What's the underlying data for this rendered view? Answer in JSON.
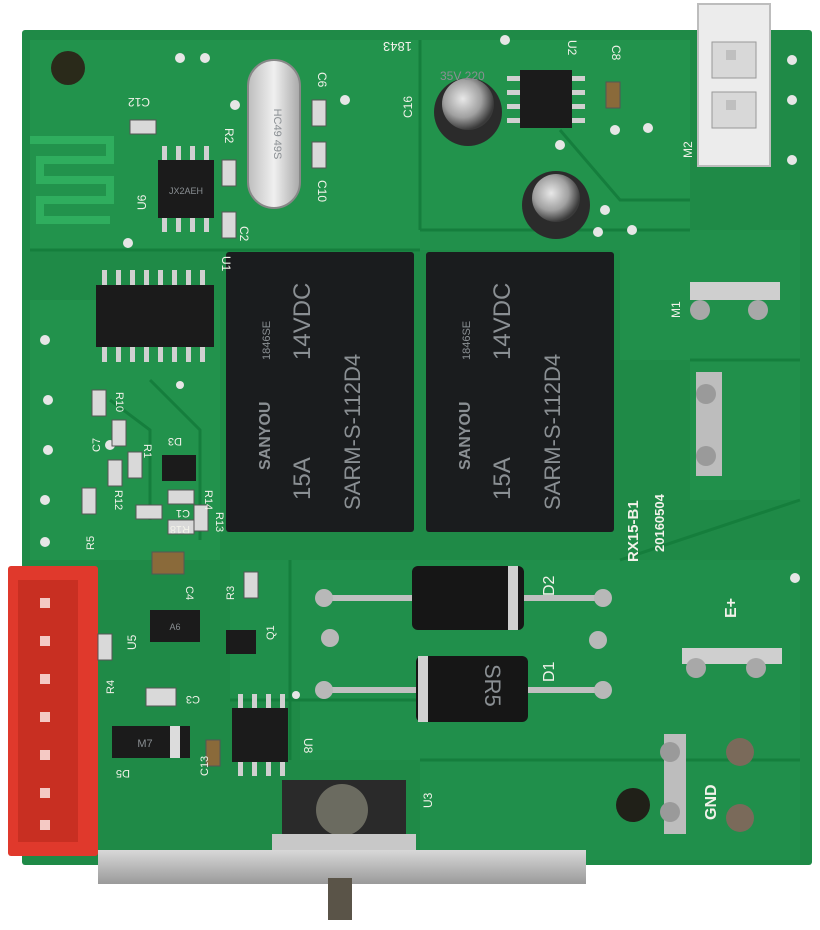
{
  "relays": [
    {
      "brand": "SANYOU",
      "batch": "1846SE",
      "voltage": "14VDC",
      "model": "SARM-S-112D4",
      "current": "15A"
    },
    {
      "brand": "SANYOU",
      "batch": "1846SE",
      "voltage": "14VDC",
      "model": "SARM-S-112D4",
      "current": "15A"
    }
  ],
  "board": {
    "name": "RX15-B1",
    "date": "20160504"
  },
  "terminals": {
    "positive": "E+",
    "ground": "GND"
  },
  "labels": {
    "u1": "U1",
    "u2": "U2",
    "u3": "U3",
    "u5": "U5",
    "u6": "U6",
    "u8": "U8",
    "q1": "Q1",
    "d1": "D1",
    "d2": "D2",
    "d3": "D3",
    "d5": "D5",
    "m1": "M1",
    "m2": "M2",
    "c1": "C1",
    "c2": "C2",
    "c3": "C3",
    "c4": "C4",
    "c6": "C6",
    "c7": "C7",
    "c8": "C8",
    "c10": "C10",
    "c12": "C12",
    "c13": "C13",
    "c16": "C16",
    "r1": "R1",
    "r2": "R2",
    "r3": "R3",
    "r4": "R4",
    "r5": "R5",
    "r10": "R10",
    "r12": "R12",
    "r13": "R13",
    "r14": "R14",
    "r18": "R18",
    "week": "1843"
  },
  "chip_markings": {
    "u6": "JX2AEH",
    "u5": "A6",
    "d5": "M7",
    "crystal": "HC49 49S"
  },
  "diode_marking": "SR5",
  "capacitor_markings": {
    "c16": "35V 220"
  },
  "colors": {
    "pcb": "#1f8a47",
    "trace": "#26a054",
    "silk": "#f2f2ea",
    "relay": "#1a1c1e",
    "connector_red": "#e0392c",
    "pad": "#c9c9c9"
  }
}
